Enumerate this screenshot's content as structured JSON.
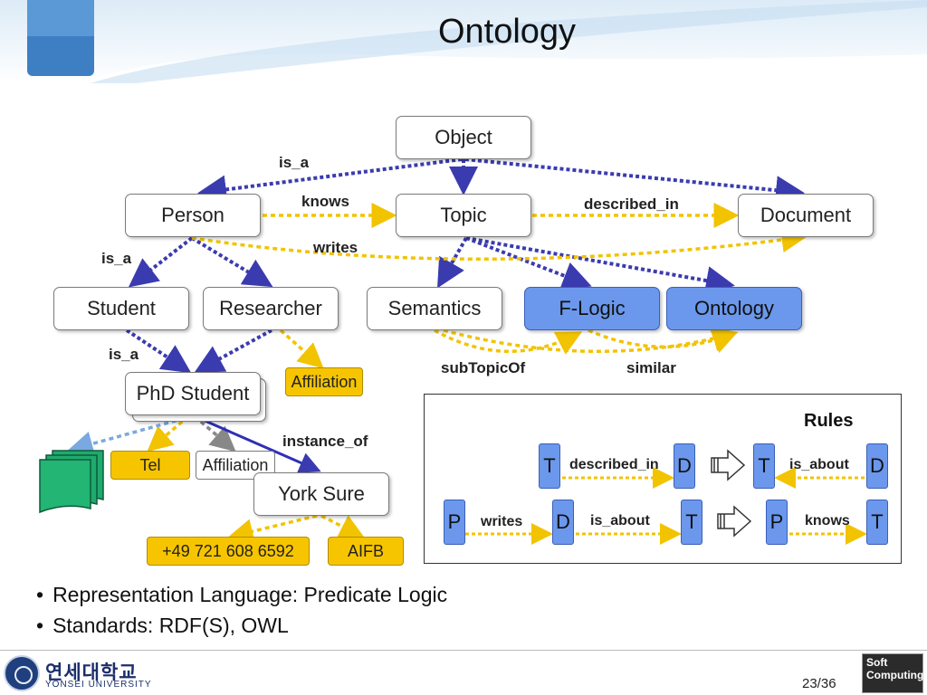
{
  "slide": {
    "title": "Ontology",
    "page_number": "23/36"
  },
  "diagram": {
    "nodes": {
      "object": "Object",
      "person": "Person",
      "topic": "Topic",
      "document": "Document",
      "student": "Student",
      "researcher": "Researcher",
      "semantics": "Semantics",
      "flogic": "F-Logic",
      "ontology": "Ontology",
      "phd_student": "PhD Student",
      "affiliation_class": "Affiliation",
      "tel": "Tel",
      "affiliation_value": "Affiliation",
      "york_sure": "York Sure",
      "phone": "+49 721 608 6592",
      "aifb": "AIFB"
    },
    "edge_labels": {
      "is_a_top": "is_a",
      "knows": "knows",
      "described_in": "described_in",
      "writes": "writes",
      "is_a_person": "is_a",
      "is_a_student": "is_a",
      "subtopicof": "subTopicOf",
      "similar": "similar",
      "instance_of": "instance_of"
    },
    "colors": {
      "is_a_edge": "#3b3bb0",
      "relation_edge": "#f2c300",
      "instance_edge": "#2f2fb8",
      "highlight_node": "#6b98ec",
      "value_node": "#f7c500"
    }
  },
  "rules": {
    "title": "Rules",
    "rule1": {
      "n1": "T",
      "rel1": "described_in",
      "n2": "D",
      "n3": "T",
      "rel2": "is_about",
      "n4": "D"
    },
    "rule2": {
      "n1": "P",
      "rel1": "writes",
      "n2": "D",
      "rel2": "is_about",
      "n3": "T",
      "n4": "P",
      "rel3": "knows",
      "n5": "T"
    }
  },
  "bullets": {
    "item1": "Representation Language: Predicate Logic",
    "item2": "Standards: RDF(S), OWL"
  },
  "footer": {
    "university_kr": "연세대학교",
    "university_en": "YONSEI UNIVERSITY",
    "lab_logo": {
      "line1": "Soft",
      "line2": "Computing"
    }
  }
}
